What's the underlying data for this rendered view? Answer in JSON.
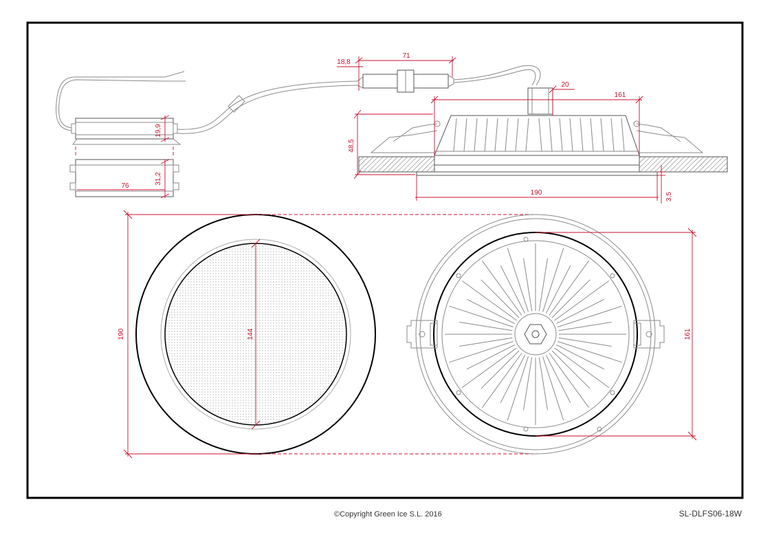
{
  "footer": {
    "copyright": "©Copyright Green Ice S.L. 2016",
    "model": "SL-DLFS06-18W"
  },
  "dimensions": {
    "driver_height": "19,9",
    "driver_width": "31,2",
    "driver_length": "76",
    "connector_offset": "18,8",
    "connector_length": "71",
    "cable_offset": "20",
    "cutout_diameter": "161",
    "body_height": "48,5",
    "frame_diameter": "190",
    "frame_thickness": "3,5",
    "front_diameter": "190",
    "lens_diameter": "144",
    "rear_diameter": "161"
  },
  "colors": {
    "dimension": "#c8102e",
    "line": "#8a8a8a",
    "frame": "#000000"
  }
}
